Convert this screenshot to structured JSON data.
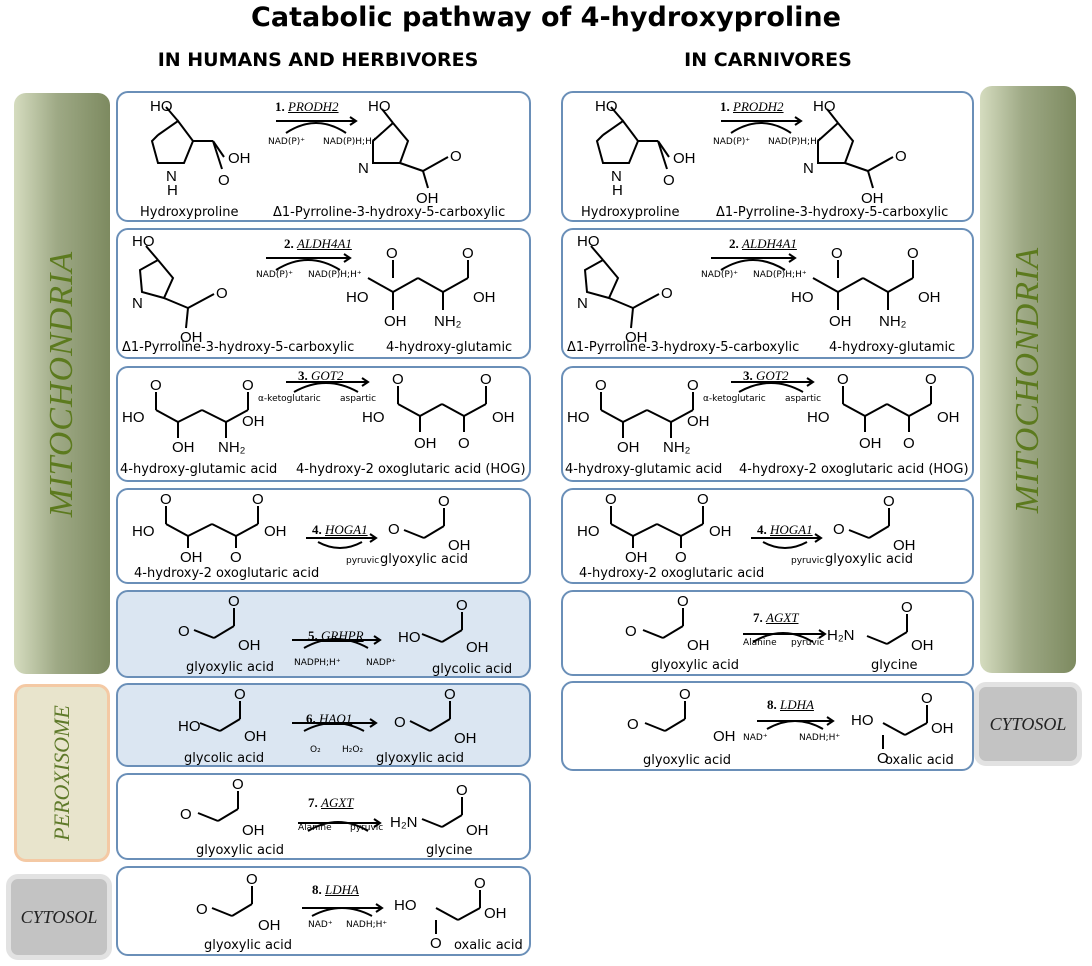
{
  "title": "Catabolic pathway of 4-hydroxyproline",
  "headers": {
    "left": "IN HUMANS AND HERBIVORES",
    "right": "IN CARNIVORES"
  },
  "compartments": {
    "mitochondria": "MITOCHONDRIA",
    "peroxisome": "PEROXISOME",
    "cytosol": "CYTOSOL"
  },
  "left_steps": [
    {
      "step": "1.",
      "enzyme": "PRODH2",
      "co_in": "NAD(P)⁺",
      "co_out": "NAD(P)H;H⁺",
      "substrate": "Hydroxyproline",
      "product": "Δ1-Pyrroline-3-hydroxy-5-carboxylic"
    },
    {
      "step": "2.",
      "enzyme": "ALDH4A1",
      "co_in": "NAD(P)⁺",
      "co_out": "NAD(P)H;H⁺",
      "substrate": "Δ1-Pyrroline-3-hydroxy-5-carboxylic",
      "product": "4-hydroxy-glutamic"
    },
    {
      "step": "3.",
      "enzyme": "GOT2",
      "co_in": "α-ketoglutaric",
      "co_out": "aspartic",
      "substrate": "4-hydroxy-glutamic acid",
      "product": "4-hydroxy-2 oxoglutaric acid (HOG)"
    },
    {
      "step": "4.",
      "enzyme": "HOGA1",
      "co_in": "",
      "co_out": "pyruvic",
      "substrate": "4-hydroxy-2 oxoglutaric acid",
      "product": "glyoxylic acid"
    },
    {
      "step": "5.",
      "enzyme": "GRHPR",
      "co_in": "NADPH;H⁺",
      "co_out": "NADP⁺",
      "substrate": "glyoxylic acid",
      "product": "glycolic acid"
    },
    {
      "step": "6.",
      "enzyme": "HAO1",
      "co_in": "O₂",
      "co_out": "H₂O₂",
      "substrate": "glycolic acid",
      "product": "glyoxylic acid"
    },
    {
      "step": "7.",
      "enzyme": "AGXT",
      "co_in": "Alanine",
      "co_out": "pyruvic",
      "substrate": "glyoxylic acid",
      "product": "glycine"
    },
    {
      "step": "8.",
      "enzyme": "LDHA",
      "co_in": "NAD⁺",
      "co_out": "NADH;H⁺",
      "substrate": "glyoxylic acid",
      "product": "oxalic acid"
    }
  ],
  "right_steps": [
    {
      "step": "1.",
      "enzyme": "PRODH2",
      "co_in": "NAD(P)⁺",
      "co_out": "NAD(P)H;H⁺",
      "substrate": "Hydroxyproline",
      "product": "Δ1-Pyrroline-3-hydroxy-5-carboxylic"
    },
    {
      "step": "2.",
      "enzyme": "ALDH4A1",
      "co_in": "NAD(P)⁺",
      "co_out": "NAD(P)H;H⁺",
      "substrate": "Δ1-Pyrroline-3-hydroxy-5-carboxylic",
      "product": "4-hydroxy-glutamic"
    },
    {
      "step": "3.",
      "enzyme": "GOT2",
      "co_in": "α-ketoglutaric",
      "co_out": "aspartic",
      "substrate": "4-hydroxy-glutamic acid",
      "product": "4-hydroxy-2 oxoglutaric acid (HOG)"
    },
    {
      "step": "4.",
      "enzyme": "HOGA1",
      "co_in": "",
      "co_out": "pyruvic",
      "substrate": "4-hydroxy-2 oxoglutaric acid",
      "product": "glyoxylic acid"
    },
    {
      "step": "7.",
      "enzyme": "AGXT",
      "co_in": "Alanine",
      "co_out": "pyruvic",
      "substrate": "glyoxylic acid",
      "product": "glycine"
    },
    {
      "step": "8.",
      "enzyme": "LDHA",
      "co_in": "NAD⁺",
      "co_out": "NADH;H⁺",
      "substrate": "glyoxylic acid",
      "product": "oxalic acid"
    }
  ],
  "colors": {
    "box_border": "#6a8fb8",
    "box_shade": "#dbe6f2",
    "mitochondria_text": "#5c7a1e"
  }
}
